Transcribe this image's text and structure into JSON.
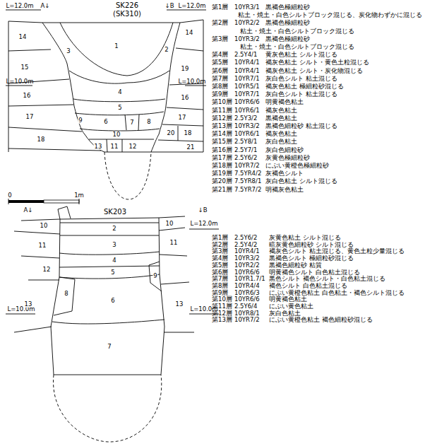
{
  "diagram": {
    "labels": [
      "L=12.0m",
      "A↓",
      "SK226",
      "(SK310)",
      "↓B",
      "L=12.0m",
      "L=10.0m",
      "L=10.0m",
      "0",
      "1m",
      "1",
      "2",
      "3",
      "4",
      "5",
      "6",
      "7",
      "8",
      "9",
      "10",
      "11",
      "12",
      "13",
      "14",
      "14",
      "15",
      "16",
      "16",
      "17",
      "17",
      "18",
      "18",
      "19",
      "20",
      "21",
      "第1層",
      "10YR3/1",
      "黒褐色極細粒砂",
      "粘土・焼土・白色シルトブロック混じる、炭化物わずかに混じる",
      "第2層",
      "10YR2/2",
      "黒褐色極細粒砂",
      "粘土・焼土・白色シルトブロック混じる",
      "第3層",
      "10YR3/2",
      "黒褐色極細粒砂",
      "粘土・焼土・白色シルトブロック混じる",
      "第4層",
      "2.5Y4/1",
      "黄灰色粘土 シルト混じる",
      "第5層",
      "10YR4/1",
      "褐灰色粘土 シルト・黄色土粒混じる",
      "第6層",
      "10YR4/1",
      "褐灰色粘土 シルト・炭化物混じる",
      "第7層",
      "10YR7/1",
      "灰白色シルト 粘土混じる",
      "第8層",
      "10YR5/1",
      "褐灰色粘土 極細粒砂混じる",
      "第9層",
      "10YR7/1",
      "灰白色シルト 粘土混じる",
      "第10層",
      "10YR6/6",
      "明黄褐色粘土",
      "第11層",
      "10YR6/1",
      "褐灰色粘土",
      "第12層",
      "2.5Y3/2",
      "黒褐色粘土",
      "第13層",
      "10YR3/2",
      "黒褐色細粒砂 粘土混じる",
      "第14層",
      "10YR6/1",
      "褐灰色粘土",
      "第15層",
      "2.5Y8/1",
      "灰白色粘土",
      "第16層",
      "2.5Y7/1",
      "灰白色細粒砂",
      "第17層",
      "2.5Y6/2",
      "灰黄色極細粒砂",
      "第18層",
      "10YR7/2",
      "にぶい黄橙色極細粒砂",
      "第19層",
      "7.5YR4/2",
      "灰褐色シルト",
      "第20層",
      "7.5YR8/1",
      "灰白色粘土 シルト混じる",
      "第21層",
      "7.5YR7/2",
      "明褐灰色粘土",
      "A↓",
      "SK203",
      "↓B",
      "L=12.0m",
      "L=10.0m",
      "L=10.0m",
      "2",
      "3",
      "4",
      "5",
      "6",
      "7",
      "8",
      "9",
      "10",
      "11",
      "12",
      "13",
      "10",
      "11",
      "13",
      "第1層",
      "2.5Y6/2",
      "灰黄色粘土 シルト混じる",
      "第2層",
      "2.5Y4/2",
      "暗灰黄色細粒砂 シルト混じる",
      "第3層",
      "10YR4/1",
      "褐灰色シルト 粘土混じる、黄色土粒少量混じる",
      "第4層",
      "10YR3/2",
      "黒褐色シルト 極細粒砂混じる",
      "第5層",
      "10YR2/2",
      "黒褐色細粒砂 粘質",
      "第6層",
      "10YR6/6",
      "明黄褐色シルト 白色粘土混じる",
      "第7層",
      "10YR1.7/1",
      "黒色シルト 褐色シルト・白色粘土混じる",
      "第8層",
      "10YR4/4",
      "褐色シルト 白色粘土混じる",
      "第9層",
      "10YR6/3",
      "にぶい黄橙色粘土 白色粘土・褐色シルト混じる",
      "第10層",
      "10YR6/6",
      "明黄褐色粘土",
      "第11層",
      "2.5Y6/4",
      "にぶい黄色粘土",
      "第12層",
      "10YR8/1",
      "灰白色粘土",
      "第13層",
      "10YR7/2",
      "にぶい黄橙色粘土 褐色細粒砂混じる"
    ]
  }
}
